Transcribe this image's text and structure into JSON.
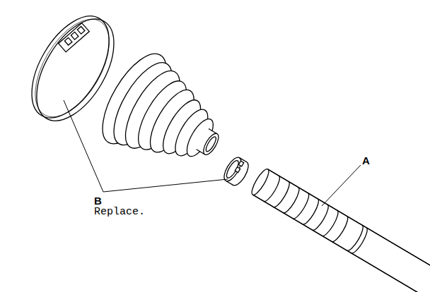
{
  "diagram": {
    "labels": [
      "A",
      "B",
      "Replace."
    ]
  }
}
